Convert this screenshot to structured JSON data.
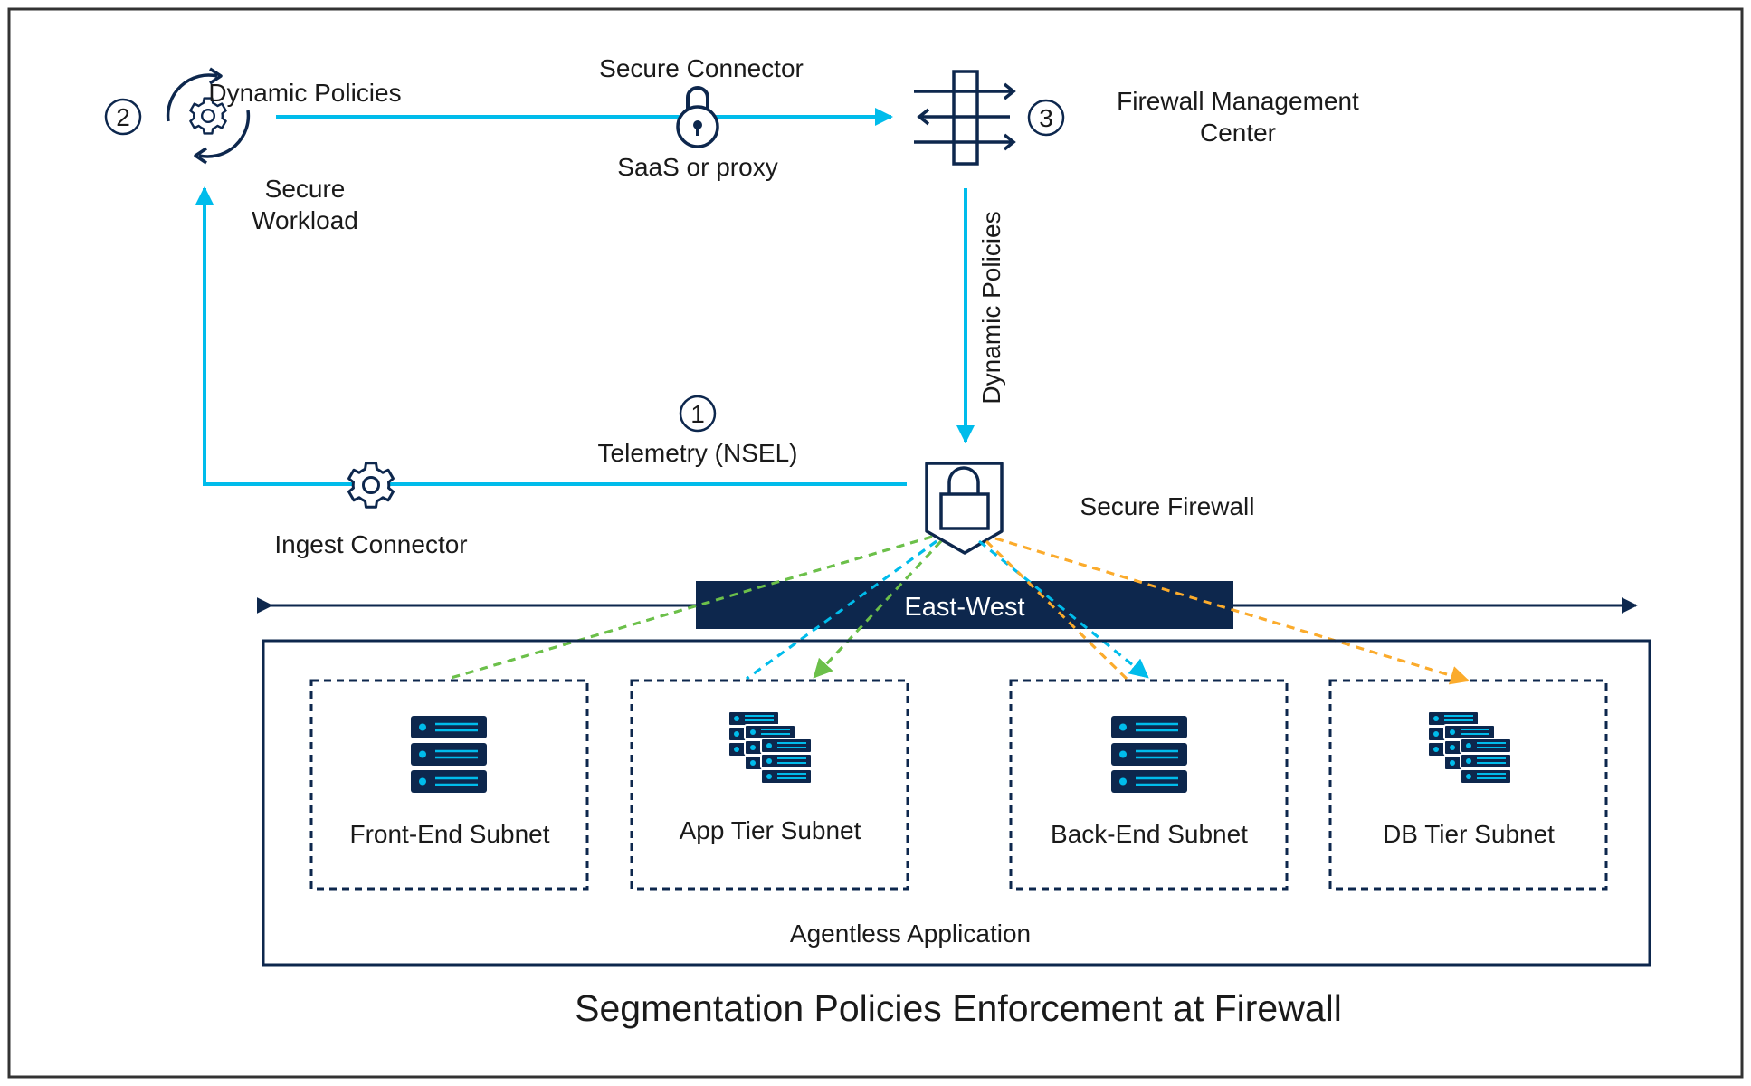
{
  "diagram": {
    "title": "Segmentation Policies Enforcement at Firewall",
    "colors": {
      "blue_arrow": "#00bceb",
      "navy": "#0d274d",
      "green": "#6cc04a",
      "orange": "#fbab2c",
      "frame": "#333333"
    },
    "nodes": {
      "workload": {
        "number": "2",
        "label_line1": "Secure",
        "label_line2": "Workload",
        "icon": "refresh-gear-icon"
      },
      "fmc": {
        "number": "3",
        "label_line1": "Firewall Management",
        "label_line2": "Center",
        "icon": "firewall-icon"
      },
      "firewall": {
        "label": "Secure Firewall",
        "icon": "shield-lock-icon"
      },
      "ingest": {
        "label": "Ingest Connector",
        "icon": "gear-icon"
      }
    },
    "edges": {
      "dynamic_policies_top": "Dynamic Policies",
      "secure_connector": "Secure Connector",
      "saas_or_proxy": "SaaS or proxy",
      "dynamic_policies_vertical": "Dynamic Policies",
      "telemetry_number": "1",
      "telemetry": "Telemetry (NSEL)"
    },
    "east_west": "East-West",
    "application": {
      "label": "Agentless Application",
      "subnets": [
        {
          "label": "Front-End Subnet",
          "icon": "server-rack-icon"
        },
        {
          "label": "App Tier Subnet",
          "icon": "server-stack-icon"
        },
        {
          "label": "Back-End Subnet",
          "icon": "server-rack-icon"
        },
        {
          "label": "DB Tier Subnet",
          "icon": "server-stack-icon"
        }
      ]
    }
  }
}
